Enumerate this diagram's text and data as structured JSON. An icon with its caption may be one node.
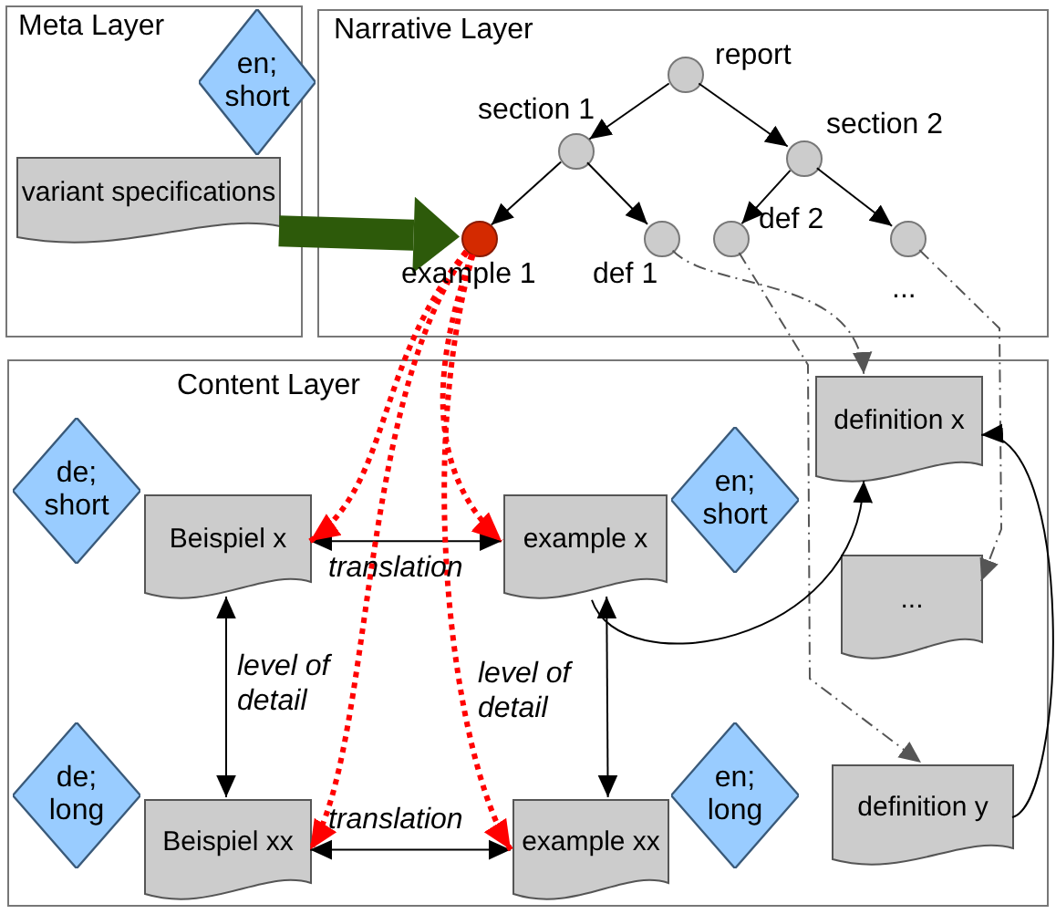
{
  "diagram": {
    "nodes": [
      {
        "text": [
          "Meta Layer"
        ]
      },
      {
        "text": [
          "Narrative Layer"
        ]
      },
      {
        "text": [
          "Content Layer"
        ]
      },
      {
        "text": [
          "variant specifications"
        ],
        "in": 0
      },
      {
        "text": [
          "en; short"
        ],
        "in": 0
      },
      {
        "text": [],
        "shape": "circle",
        "in": 1,
        "beside": [
          "report"
        ]
      },
      {
        "text": [],
        "shape": "circle",
        "in": 1,
        "beside": [
          "section 1"
        ]
      },
      {
        "text": [],
        "shape": "circle",
        "in": 1,
        "beside": [
          "section 2"
        ]
      },
      {
        "text": [],
        "shape": "circle",
        "in": 1,
        "beside": [
          "example 1"
        ]
      },
      {
        "text": [],
        "shape": "circle",
        "in": 1,
        "beside": [
          "def 1"
        ]
      },
      {
        "text": [],
        "shape": "circle",
        "in": 1,
        "beside": [
          "def 2"
        ]
      },
      {
        "text": [],
        "shape": "circle",
        "in": 1,
        "beside": [
          "..."
        ]
      },
      {
        "text": [
          "de; short"
        ],
        "in": 2
      },
      {
        "text": [
          "Beispiel x"
        ],
        "in": 2
      },
      {
        "text": [
          "example x"
        ],
        "in": 2
      },
      {
        "text": [
          "en; short"
        ],
        "in": 2
      },
      {
        "text": [
          "definition x"
        ],
        "in": 2
      },
      {
        "text": [
          "..."
        ],
        "in": 2
      },
      {
        "text": [
          "de; long"
        ],
        "in": 2
      },
      {
        "text": [
          "Beispiel xx"
        ],
        "in": 2
      },
      {
        "text": [
          "example xx"
        ],
        "in": 2
      },
      {
        "text": [
          "en; long"
        ],
        "in": 2
      },
      {
        "text": [
          "definition y"
        ],
        "in": 2
      }
    ],
    "edges": [
      {
        "from": 3,
        "to": 8,
        "arrow": "to",
        "style": "thick",
        "color": "#2d5a0a"
      },
      {
        "from": 5,
        "to": 6,
        "arrow": "to"
      },
      {
        "from": 5,
        "to": 7,
        "arrow": "to"
      },
      {
        "from": 6,
        "to": 8,
        "arrow": "to"
      },
      {
        "from": 6,
        "to": 9,
        "arrow": "to"
      },
      {
        "from": 7,
        "to": 10,
        "arrow": "to"
      },
      {
        "from": 7,
        "to": 11,
        "arrow": "to"
      },
      {
        "from": 13,
        "to": 14,
        "arrow": "both",
        "label": "translation"
      },
      {
        "from": 19,
        "to": 20,
        "arrow": "both",
        "label": "translation"
      },
      {
        "from": 13,
        "to": 19,
        "arrow": "both",
        "label": "level of detail"
      },
      {
        "from": 14,
        "to": 20,
        "arrow": "both",
        "label": "level of detail"
      },
      {
        "from": 8,
        "to": 13,
        "arrow": "to",
        "style": "dashed",
        "color": "#ff0000"
      },
      {
        "from": 8,
        "to": 14,
        "arrow": "to",
        "style": "dashed",
        "color": "#ff0000"
      },
      {
        "from": 8,
        "to": 19,
        "arrow": "to",
        "style": "dashed",
        "color": "#ff0000"
      },
      {
        "from": 8,
        "to": 20,
        "arrow": "to",
        "style": "dashed",
        "color": "#ff0000"
      },
      {
        "from": 9,
        "to": 16,
        "arrow": "to",
        "style": "dashed"
      },
      {
        "from": 10,
        "to": 22,
        "arrow": "to",
        "style": "dashed"
      },
      {
        "from": 11,
        "to": 17,
        "arrow": "to",
        "style": "dashed"
      },
      {
        "from": 14,
        "to": 16,
        "arrow": "to"
      },
      {
        "from": 22,
        "to": 16,
        "arrow": "to"
      }
    ]
  }
}
